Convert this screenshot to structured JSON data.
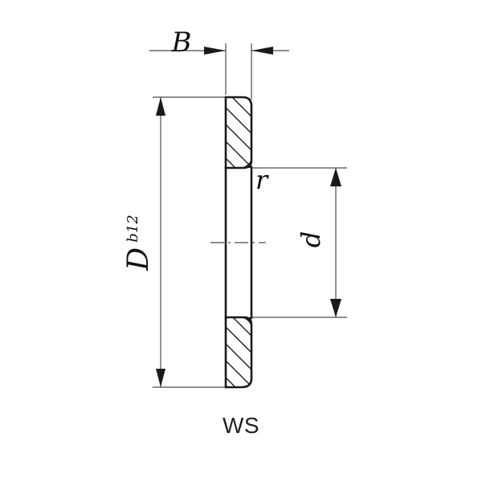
{
  "drawing": {
    "caption": "WS",
    "labels": {
      "width": "B",
      "outer_diameter": "D",
      "outer_diameter_tolerance": "b12",
      "fillet_radius": "r",
      "bore_diameter": "d"
    },
    "colors": {
      "ink": "#1a1a1a",
      "thin_line": "#4a4a4a",
      "background": "#ffffff"
    }
  }
}
